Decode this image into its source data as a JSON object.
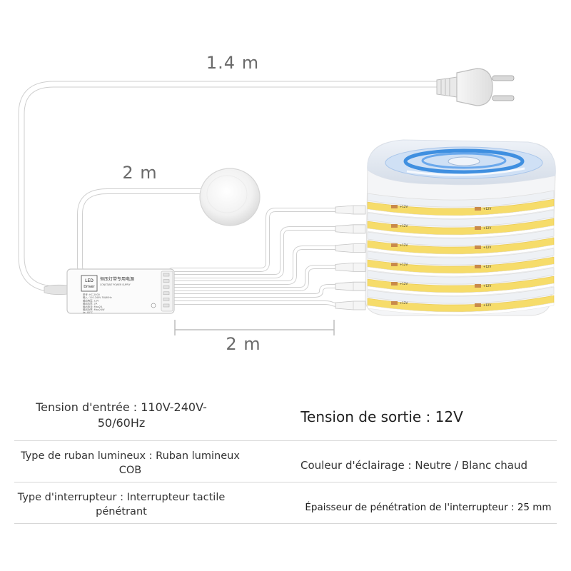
{
  "illustration": {
    "dimensions": {
      "power_cable_length": "1.4 m",
      "sensor_cable_length": "2 m",
      "strip_cable_length": "2 m"
    },
    "controller": {
      "brand_line1": "LED",
      "brand_line2": "Driver",
      "title": "恒压灯带专用电源",
      "subtitle": "CONSTANT POWER SUPPLY",
      "spec_lines": [
        "型号: HC-2000",
        "输入: 110-240V 50/60Hz",
        "输出电压: 12V",
        "输出功率: 2A",
        "输出电流: Max2A",
        "输出功率: Max24W",
        "ta: 40°C"
      ]
    },
    "strip_label": "+12V",
    "strip_count": 6,
    "colors": {
      "cable": "#ffffff",
      "cable_outline": "#cfcfcf",
      "strip_yellow": "#f6dc6a",
      "reel_blue": "#3f8fe0",
      "copper": "#c98a4a"
    }
  },
  "specs": {
    "rows": [
      {
        "left": "Tension d'entrée : 110V-240V-\n50/60Hz",
        "right": "Tension de sortie : 12V"
      },
      {
        "left": "Type de ruban lumineux : Ruban lumineux\nCOB",
        "right": "Couleur d'éclairage : Neutre / Blanc chaud"
      },
      {
        "left": "Type d'interrupteur : Interrupteur tactile\npénétrant",
        "right": "Épaisseur de pénétration de l'interrupteur : 25 mm"
      }
    ]
  }
}
